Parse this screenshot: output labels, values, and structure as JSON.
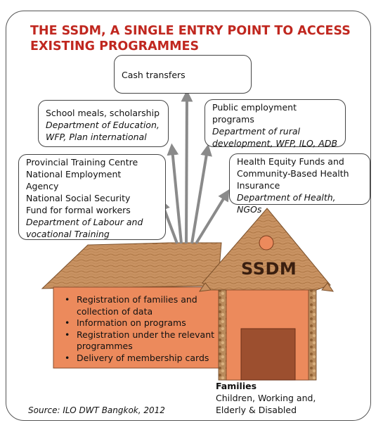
{
  "title": {
    "line1": "THE SSDM, A SINGLE ENTRY POINT TO ACCESS",
    "line2": "EXISTING PROGRAMMES"
  },
  "boxes": {
    "cash": {
      "line1": "Cash transfers"
    },
    "school": {
      "line1": "School meals, scholarship",
      "dept1": "Department of Education,",
      "dept2": "WFP, Plan international"
    },
    "public": {
      "line1": "Public employment",
      "line2": "programs",
      "dept1": "Department of rural",
      "dept2": "development, WFP, ILO, ADB"
    },
    "training": {
      "line1": "Provincial Training Centre",
      "line2": "National Employment",
      "line3": "Agency",
      "line4": "National Social Security",
      "line5": "Fund for formal workers",
      "dept1": "Department of Labour and",
      "dept2": "vocational Training"
    },
    "health": {
      "line1": "Health Equity Funds and",
      "line2": "Community-Based Health",
      "line3": "Insurance",
      "dept1": "Department of Health, NGOs"
    }
  },
  "house": {
    "label": "SSDM"
  },
  "bullets": [
    "Registration of families and collection of data",
    "Information on programs",
    "Registration under the relevant programmes",
    "Delivery of membership cards"
  ],
  "families": {
    "heading": "Families",
    "description": "Children, Working and, Elderly & Disabled"
  },
  "source": "Source: ILO DWT Bangkok, 2012",
  "colors": {
    "title": "#c0271f",
    "roof": "#c89262",
    "wall": "#ec8a5c",
    "door": "#9c4f2f",
    "arrow": "#8a8a8a"
  }
}
